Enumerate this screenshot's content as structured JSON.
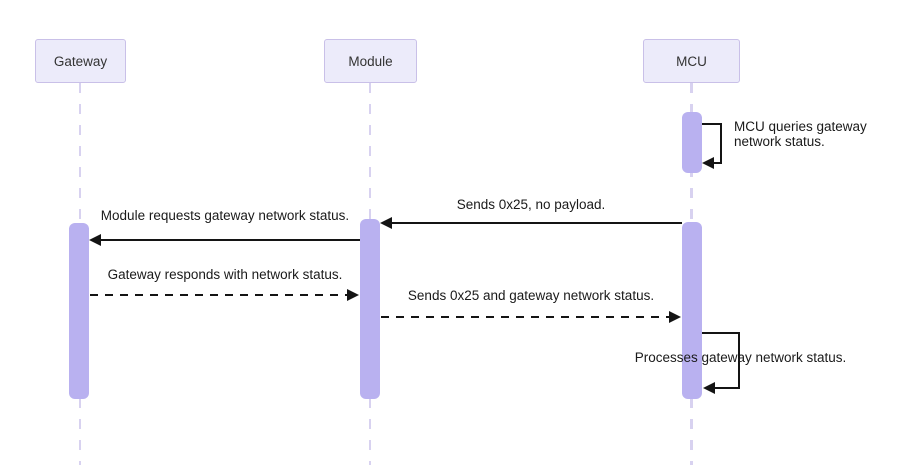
{
  "diagram": {
    "type": "sequence-diagram",
    "actors": [
      {
        "name": "Gateway"
      },
      {
        "name": "Module"
      },
      {
        "name": "MCU"
      }
    ],
    "messages": [
      {
        "from": "MCU",
        "to": "MCU",
        "style": "solid-self",
        "label": "MCU queries gateway network status."
      },
      {
        "from": "MCU",
        "to": "Module",
        "style": "solid",
        "label": "Sends 0x25, no payload."
      },
      {
        "from": "Module",
        "to": "Gateway",
        "style": "solid",
        "label": "Module requests gateway network status."
      },
      {
        "from": "Gateway",
        "to": "Module",
        "style": "dashed",
        "label": "Gateway responds with network status."
      },
      {
        "from": "Module",
        "to": "MCU",
        "style": "dashed",
        "label": "Sends 0x25 and gateway network status."
      },
      {
        "from": "MCU",
        "to": "MCU",
        "style": "solid-self",
        "label": "Processes gateway network status."
      }
    ],
    "colors": {
      "background": "#FFFFFF",
      "actor_fill": "#ECEBFA",
      "actor_border": "#C9C0E8",
      "activation_fill": "#B9B1F0",
      "lifeline": "#D8D2F0",
      "message_line": "#141414",
      "text": "#1A1A1A"
    }
  }
}
